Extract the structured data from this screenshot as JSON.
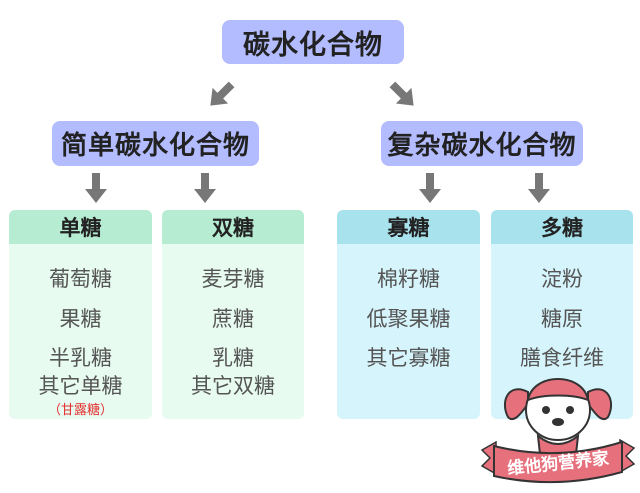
{
  "root": "碳水化合物",
  "simple": {
    "title": "简单碳水化合物",
    "groups": [
      {
        "title": "单糖",
        "items": [
          "葡萄糖",
          "果糖",
          "半乳糖",
          "其它单糖"
        ],
        "note": "（甘露糖）"
      },
      {
        "title": "双糖",
        "items": [
          "麦芽糖",
          "蔗糖",
          "乳糖",
          "其它双糖"
        ]
      }
    ]
  },
  "complex": {
    "title": "复杂碳水化合物",
    "groups": [
      {
        "title": "寡糖",
        "items": [
          "棉籽糖",
          "低聚果糖",
          "其它寡糖"
        ]
      },
      {
        "title": "多糖",
        "items": [
          "淀粉",
          "糖原",
          "膳食纤维"
        ]
      }
    ]
  },
  "logo_text": "维他狗营养家",
  "colors": {
    "node": "#b3bcff",
    "green_header": "#b5ecd2",
    "green_body": "#e7fbf1",
    "blue_header": "#a8e2ed",
    "blue_body": "#d6f4fb",
    "arrow": "#777777",
    "note": "#e53030"
  }
}
